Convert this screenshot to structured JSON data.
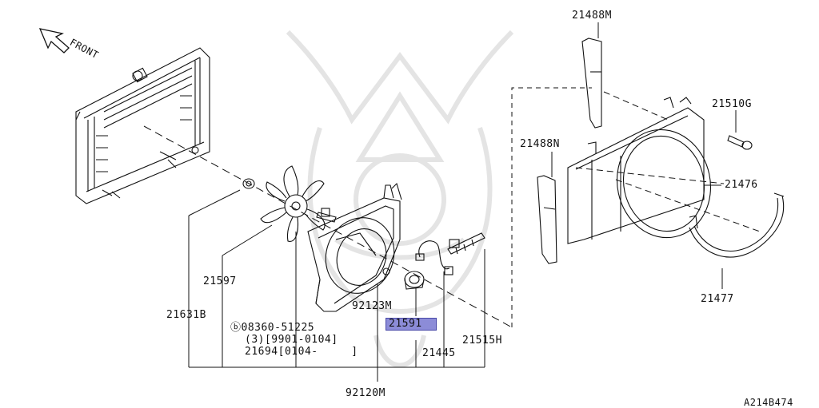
{
  "front_label": "FRONT",
  "labels": {
    "p21488M": "21488M",
    "p21510G": "21510G",
    "p21488N": "21488N",
    "p21476": "21476",
    "p21597": "21597",
    "p21477": "21477",
    "p21631B": "21631B",
    "p92123M": "92123M",
    "p08360": "ⓑ08360-51225",
    "p08360_qty": "(3)[9901-0104]",
    "p21694": "21694[0104-     ]",
    "p21591": "21591",
    "p21515H": "21515H",
    "p21445": "21445",
    "p92120M": "92120M",
    "diagram_code": "A214B474"
  },
  "highlight_color": "#8c8cd8"
}
